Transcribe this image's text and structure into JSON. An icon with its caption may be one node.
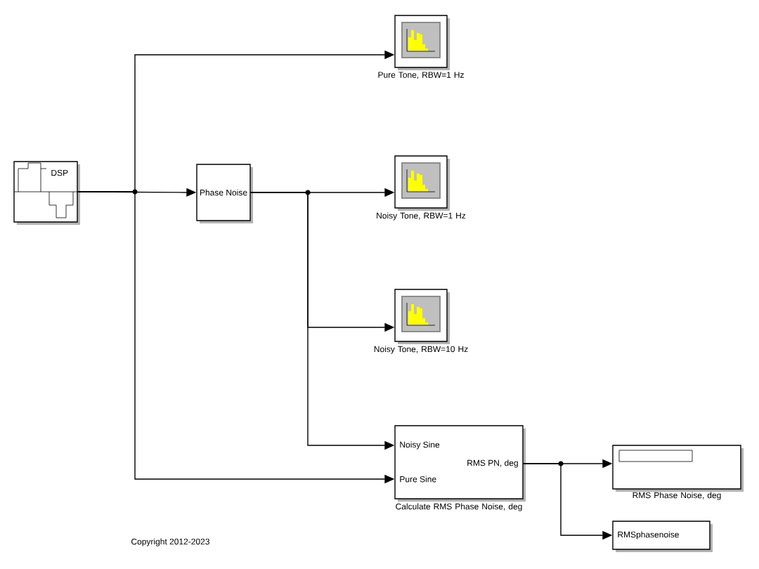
{
  "diagram": {
    "nodes": [
      {
        "text": [
          "DSP"
        ]
      },
      {
        "text": [
          "Phase Noise"
        ]
      },
      {
        "text": [],
        "shape": "box",
        "beside": [
          "Pure Tone, RBW=1 Hz"
        ]
      },
      {
        "text": [],
        "shape": "box",
        "beside": [
          "Noisy Tone, RBW=1 Hz"
        ]
      },
      {
        "text": [],
        "shape": "box",
        "beside": [
          "Noisy Tone, RBW=10 Hz"
        ]
      },
      {
        "text": [
          "Noisy Sine",
          "RMS PN, deg",
          "Pure Sine"
        ],
        "beside": [
          "Calculate RMS Phase Noise, deg"
        ]
      },
      {
        "text": [],
        "shape": "box",
        "beside": [
          "RMS Phase Noise, deg"
        ]
      },
      {
        "text": [
          "RMSphasenoise"
        ]
      }
    ],
    "edges": [
      {
        "from": 0,
        "to": 2,
        "arrow": "to"
      },
      {
        "from": 0,
        "to": 1,
        "arrow": "to"
      },
      {
        "from": 0,
        "to": 5,
        "arrow": "to"
      },
      {
        "from": 1,
        "to": 3,
        "arrow": "to"
      },
      {
        "from": 1,
        "to": 4,
        "arrow": "to"
      },
      {
        "from": 1,
        "to": 5,
        "arrow": "to"
      },
      {
        "from": 5,
        "to": 6,
        "arrow": "to"
      },
      {
        "from": 5,
        "to": 7,
        "arrow": "to"
      }
    ],
    "labels": [
      "Copyright 2012-2023"
    ]
  }
}
